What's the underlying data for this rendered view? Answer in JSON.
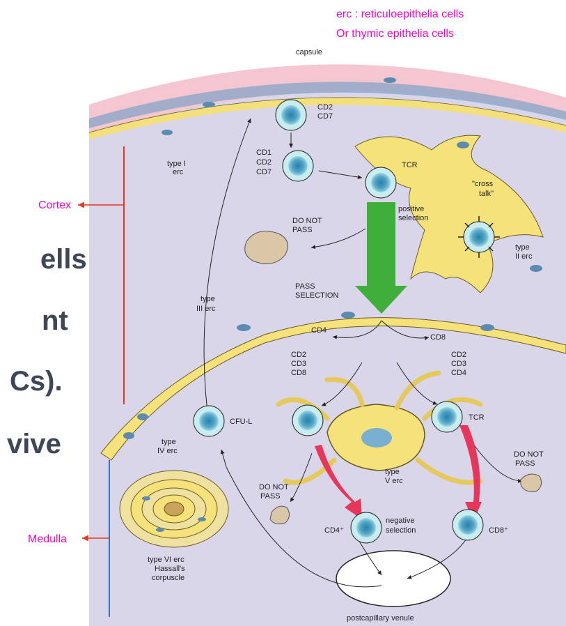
{
  "header": {
    "erc_line1": "erc : reticuloepithelia cells",
    "erc_line2": "Or thymic epithelia cells"
  },
  "side_labels": {
    "cortex": "Cortex",
    "medulla": "Medulla"
  },
  "overlay_text": [
    "ells",
    "nt",
    "Cs).",
    "vive"
  ],
  "diagram_labels": {
    "capsule": "capsule",
    "cd2": "CD2",
    "cd7": "CD7",
    "cd1": "CD1",
    "type1_a": "type I",
    "type1_b": "erc",
    "tcr": "TCR",
    "cross_a": "\"cross",
    "cross_b": "talk\"",
    "do_not": "DO NOT",
    "pass": "PASS",
    "positive": "positive",
    "selection": "selection",
    "type2_a": "type",
    "type2_b": "II erc",
    "pass_sel_a": "PASS",
    "pass_sel_b": "SELECTION",
    "type3_a": "type",
    "type3_b": "III erc",
    "cd4": "CD4",
    "cd8": "CD8",
    "cd3": "CD3",
    "type4_a": "type",
    "type4_b": "IV erc",
    "cfu": "CFU-L",
    "type5_a": "type",
    "type5_b": "V erc",
    "negative": "negative",
    "cd4p": "CD4⁺",
    "cd8p": "CD8⁺",
    "type6_a": "type VI erc",
    "type6_b": "Hassall's",
    "type6_c": "corpuscle",
    "venule": "postcapillary venule"
  }
}
